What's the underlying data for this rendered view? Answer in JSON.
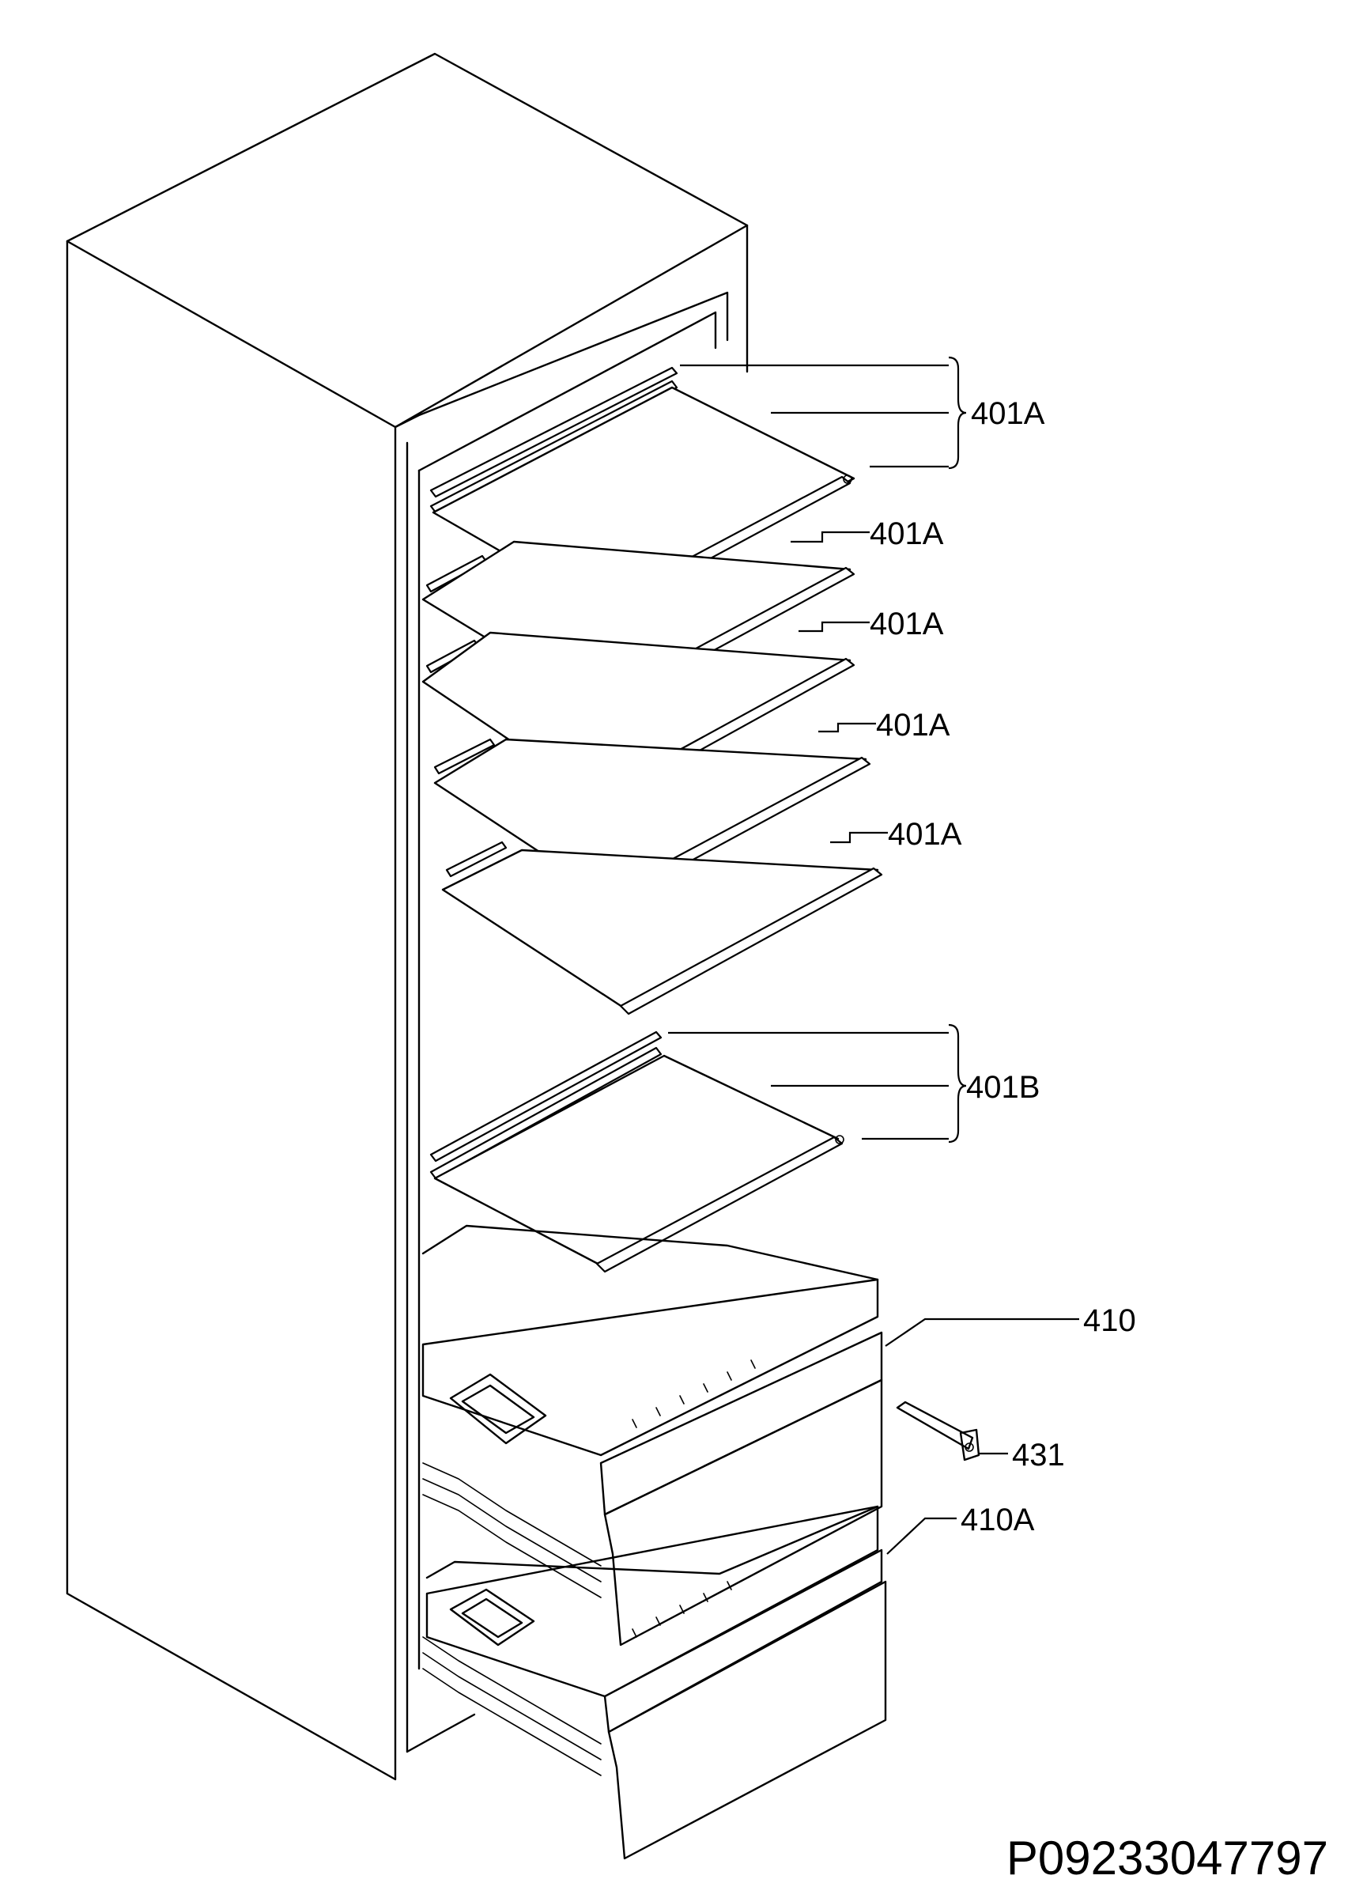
{
  "labels": {
    "shelf_set_top": "401A",
    "shelf_2": "401A",
    "shelf_3": "401A",
    "shelf_4": "401A",
    "shelf_5": "401A",
    "shelf_set_bottom": "401B",
    "drawer_upper": "410",
    "drawer_rail": "431",
    "drawer_lower": "410A"
  },
  "drawing_code": "P09233047797"
}
